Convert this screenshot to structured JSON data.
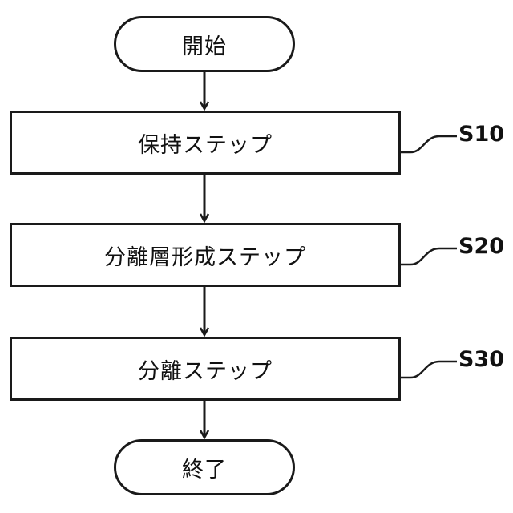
{
  "flowchart": {
    "start": "開始",
    "end": "終了",
    "steps": [
      {
        "id": "S10",
        "label": "保持ステップ"
      },
      {
        "id": "S20",
        "label": "分離層形成ステップ"
      },
      {
        "id": "S30",
        "label": "分離ステップ"
      }
    ]
  }
}
